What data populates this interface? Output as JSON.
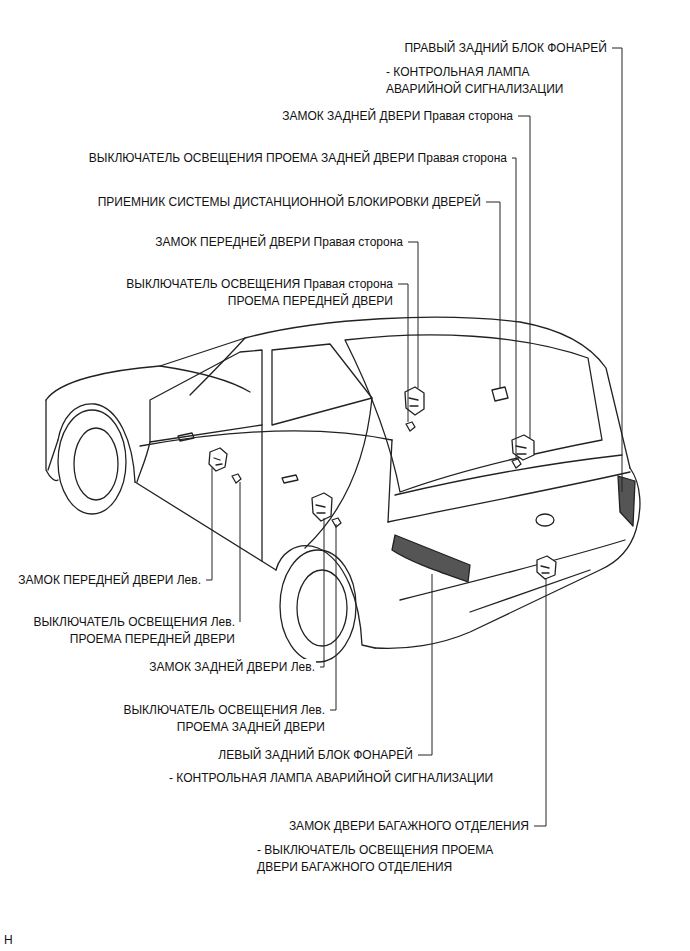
{
  "diagram": {
    "labels": [
      "ПРАВЫЙ ЗАДНИЙ БЛОК ФОНАРЕЙ",
      "- КОНТРОЛЬНАЯ ЛАМПА АВАРИЙНОЙ СИГНАЛИЗАЦИИ",
      "ЗАМОК ЗАДНЕЙ ДВЕРИ Правая сторона",
      "ВЫКЛЮЧАТЕЛЬ ОСВЕЩЕНИЯ ПРОЕМА ЗАДНЕЙ ДВЕРИ Правая сторона",
      "ПРИЕМНИК СИСТЕМЫ ДИСТАНЦИОННОЙ БЛОКИРОВКИ ДВЕРЕЙ",
      "ЗАМОК ПЕРЕДНЕЙ ДВЕРИ Правая сторона",
      "ВЫКЛЮЧАТЕЛЬ ОСВЕЩЕНИЯ Правая сторона ПРОЕМА ПЕРЕДНЕЙ ДВЕРИ",
      "ЗАМОК ПЕРЕДНЕЙ ДВЕРИ Лев.",
      "ВЫКЛЮЧАТЕЛЬ ОСВЕЩЕНИЯ Лев. ПРОЕМА ПЕРЕДНЕЙ ДВЕРИ",
      "ЗАМОК ЗАДНЕЙ ДВЕРИ Лев.",
      "ВЫКЛЮЧАТЕЛЬ ОСВЕЩЕНИЯ Лев. ПРОЕМА ЗАДНЕЙ ДВЕРИ",
      "ЛЕВЫЙ ЗАДНИЙ БЛОК ФОНАРЕЙ",
      "- КОНТРОЛЬНАЯ ЛАМПА АВАРИЙНОЙ СИГНАЛИЗАЦИИ",
      "ЗАМОК ДВЕРИ БАГАЖНОГО ОТДЕЛЕНИЯ",
      "- ВЫКЛЮЧАТЕЛЬ ОСВЕЩЕНИЯ ПРОЕМА ДВЕРИ БАГАЖНОГО ОТДЕЛЕНИЯ",
      "H"
    ]
  }
}
